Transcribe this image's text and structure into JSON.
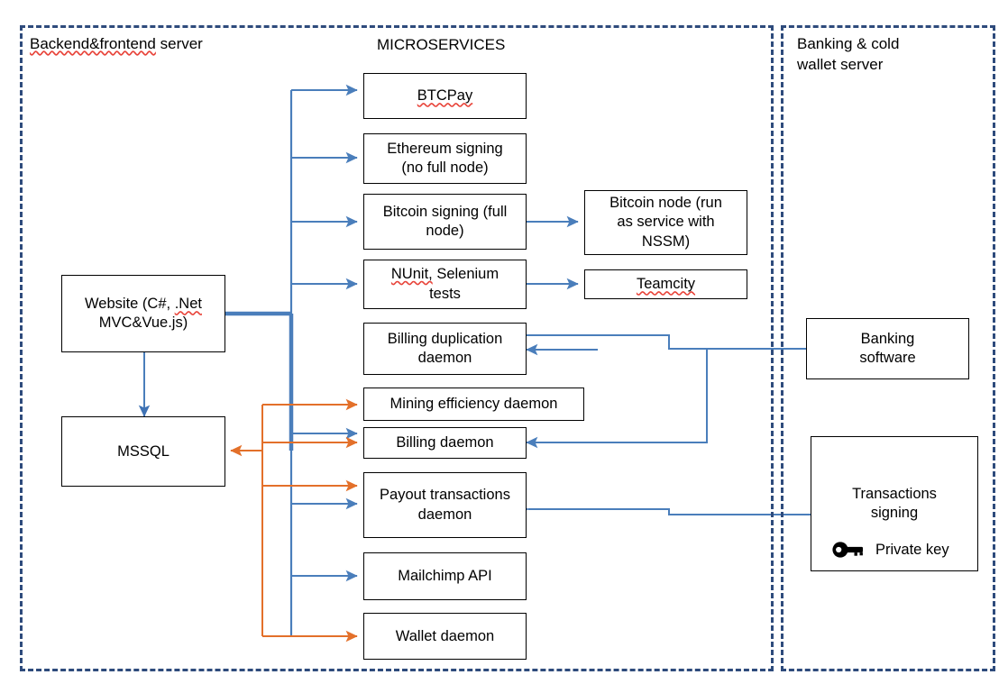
{
  "diagram": {
    "title_microservices": "MICROSERVICES",
    "zones": [
      {
        "id": "backend",
        "label": "Backend&frontend server",
        "misspelled": "Backend&frontend"
      },
      {
        "id": "banking",
        "label": "Banking & cold\nwallet server",
        "misspelled": ""
      }
    ],
    "nodes": {
      "website": {
        "label": "Website (C#, .Net\nMVC&Vue.js)",
        "misspelled": ".Net"
      },
      "mssql": {
        "label": "MSSQL"
      },
      "btcpay": {
        "label": "BTCPay",
        "misspelled": "BTCPay"
      },
      "ethereum_signing": {
        "label": "Ethereum signing\n(no full node)"
      },
      "bitcoin_signing": {
        "label": "Bitcoin signing (full\nnode)"
      },
      "nunit_selenium": {
        "label": "NUnit, Selenium\ntests",
        "misspelled": "NUnit,"
      },
      "bitcoin_node": {
        "label": "Bitcoin node (run\nas service with\nNSSM)"
      },
      "teamcity": {
        "label": "Teamcity",
        "misspelled": "Teamcity"
      },
      "billing_duplication": {
        "label": "Billing duplication\ndaemon"
      },
      "mining_efficiency": {
        "label": "Mining efficiency daemon"
      },
      "billing_daemon": {
        "label": "Billing daemon"
      },
      "payout_transactions": {
        "label": "Payout transactions\ndaemon"
      },
      "mailchimp_api": {
        "label": "Mailchimp API"
      },
      "wallet_daemon": {
        "label": "Wallet daemon"
      },
      "banking_software": {
        "label": "Banking\nsoftware"
      },
      "transactions_signing": {
        "label": "Transactions\nsigning"
      }
    },
    "private_key": {
      "label": "Private key",
      "icon": "key-icon"
    },
    "colors": {
      "zone_border": "#2E4B7C",
      "box_border": "#000000",
      "arrow_blue": "#4A7EBB",
      "arrow_orange": "#E3702A",
      "spellcheck_red": "#E8443A",
      "background": "#FFFFFF"
    }
  }
}
